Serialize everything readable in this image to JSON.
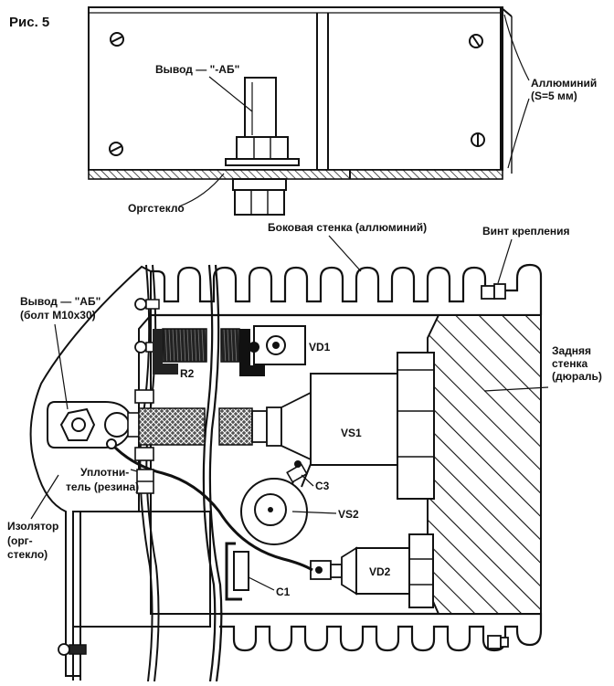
{
  "figure": {
    "title": "Рис. 5"
  },
  "top_view": {
    "terminal_label": "Вывод — \"-АБ\"",
    "aluminium_label_line1": "Аллюминий",
    "aluminium_label_line2": "(S=5 мм)",
    "plexiglass_label": "Оргстекло"
  },
  "bottom_view": {
    "side_wall_label": "Боковая стенка (аллюминий)",
    "mount_screw_label": "Винт крепления",
    "terminal_label_line1": "Вывод — \"АБ\"",
    "terminal_label_line2": "(болт М10х30)",
    "rear_wall_label_line1": "Задняя",
    "rear_wall_label_line2": "стенка",
    "rear_wall_label_line3": "(дюраль)",
    "seal_label_line1": "Уплотни-",
    "seal_label_line2": "тель (резина)",
    "insulator_label_line1": "Изолятор",
    "insulator_label_line2": "(орг-",
    "insulator_label_line3": "стекло)",
    "components": {
      "vd1": "VD1",
      "r2": "R2",
      "vs1": "VS1",
      "c3": "C3",
      "vs2": "VS2",
      "vd2": "VD2",
      "c1": "C1"
    }
  }
}
